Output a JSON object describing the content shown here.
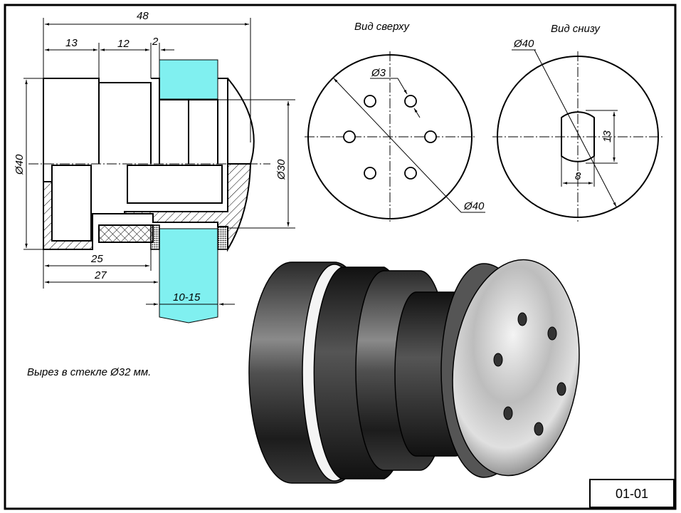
{
  "drawing": {
    "section_dims": {
      "overall": "48",
      "d1": "13",
      "d2": "12",
      "d3": "2",
      "dia_outer": "Ø40",
      "dia_inner": "Ø30",
      "len_a": "25",
      "len_b": "27",
      "glass": "10-15"
    },
    "top_view": {
      "title": "Вид сверху",
      "hole_dia": "Ø3",
      "dia": "Ø40"
    },
    "bottom_view": {
      "title": "Вид снизу",
      "dia": "Ø40",
      "slot_h": "13",
      "slot_w": "8"
    },
    "note": "Вырез в стекле Ø32 мм.",
    "sheet_number": "01-01",
    "colors": {
      "glass": "#80f0f0",
      "line": "#000000"
    }
  }
}
